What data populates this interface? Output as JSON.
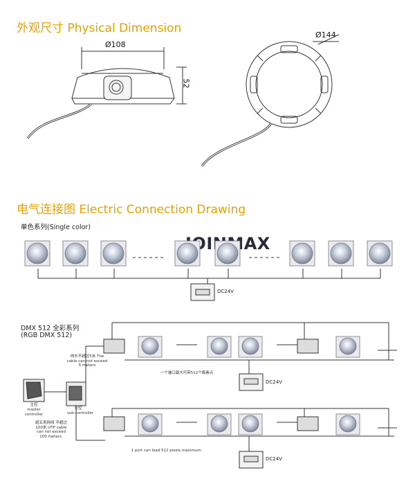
{
  "colors": {
    "heading": "#e8a100",
    "line": "#333333",
    "logo_dark": "#2a2a3a",
    "logo_accent": "#2b6cc4"
  },
  "physical": {
    "title": "外观尺寸 Physical Dimension",
    "diameter_side": "Ø108",
    "height": "52",
    "diameter_top": "Ø144"
  },
  "electric": {
    "title": "电气连接图 Electric Connection Drawing",
    "single_label": "单色系列(Single color)",
    "dc_label": "DC24V",
    "logo": "JOINMAX",
    "dmx_label_cn": "DMX 512 全彩系列",
    "dmx_label_en": "(RGB DMX 512)",
    "cable_note": "线长不超过5米 The cable can not exceed 5 meters",
    "pixel_note_cn": "一个端口最大可带512个像素点",
    "master_cn": "主控",
    "master_en": "master controller",
    "sub_cn": "分控",
    "sub_en": "sub-controller",
    "utp_note": "超五类网线 不超过100米 UTP cable can not exceed 100 meters.",
    "pixel_note_en": "1 port can load 512 pixels maximum.",
    "dc_label_2": "DC24V",
    "dc_label_3": "DC24V"
  }
}
